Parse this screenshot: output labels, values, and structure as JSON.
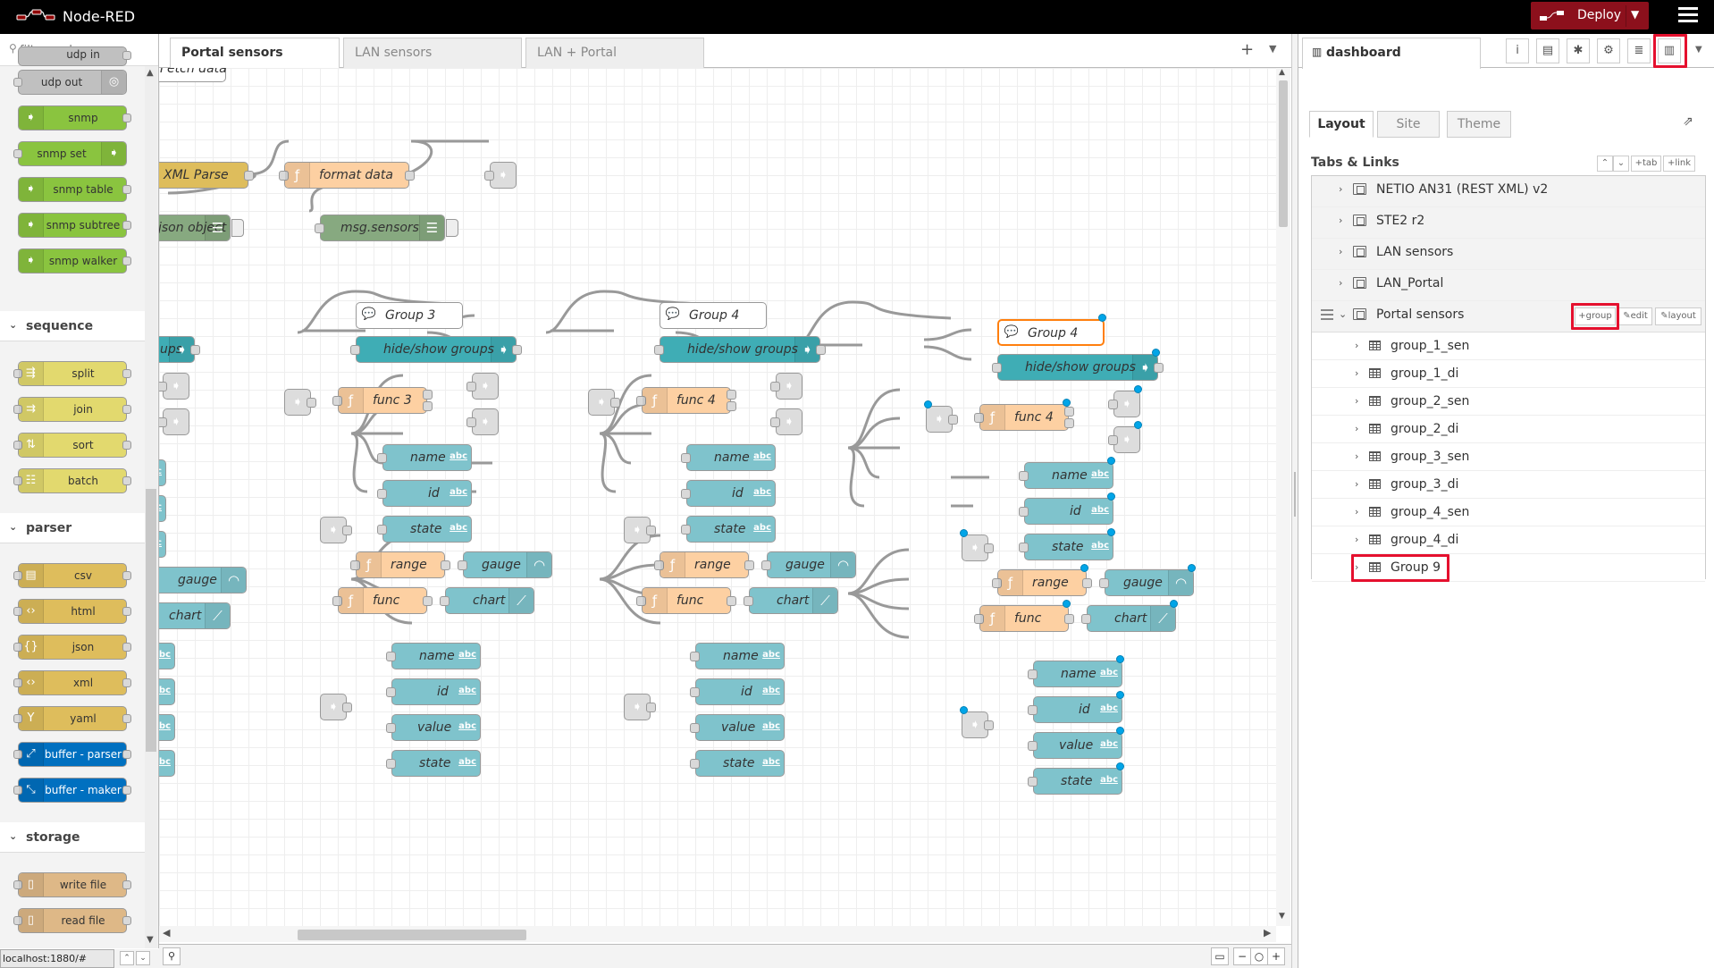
{
  "header": {
    "title": "Node-RED",
    "deploy_label": "Deploy"
  },
  "palette": {
    "filter_placeholder": "filter nodes",
    "top_nodes": [
      {
        "label": "udp in"
      },
      {
        "label": "udp out"
      },
      {
        "label": "snmp"
      },
      {
        "label": "snmp set"
      },
      {
        "label": "snmp table"
      },
      {
        "label": "snmp subtree"
      },
      {
        "label": "snmp walker"
      }
    ],
    "categories": [
      {
        "label": "sequence",
        "nodes": [
          "split",
          "join",
          "sort",
          "batch"
        ]
      },
      {
        "label": "parser",
        "nodes": [
          "csv",
          "html",
          "json",
          "xml",
          "yaml",
          "buffer - parser",
          "buffer - maker"
        ]
      },
      {
        "label": "storage",
        "nodes": [
          "write file",
          "read file"
        ]
      }
    ]
  },
  "workspace": {
    "tabs": [
      "Portal sensors",
      "LAN sensors",
      "LAN + Portal"
    ],
    "active_tab": "Portal sensors",
    "nodes": {
      "fetch": "Fetch data",
      "xml": "XML Parse",
      "format": "format data",
      "json_obj": "json object",
      "msg_sensors": "msg.sensors",
      "ups": "ups",
      "g3_comment": "Group 3",
      "g4_comment": "Group 4",
      "g4b_comment": "Group 4",
      "hide_show": "hide/show groups",
      "func3": "func 3",
      "func4": "func 4",
      "name": "name",
      "id": "id",
      "state": "state",
      "value": "value",
      "range": "range",
      "gauge": "gauge",
      "func": "func",
      "chart": "chart",
      "abc": "abc"
    }
  },
  "sidebar": {
    "tab_label": "dashboard",
    "subtabs": [
      "Layout",
      "Site",
      "Theme"
    ],
    "active_subtab": "Layout",
    "section_title": "Tabs & Links",
    "buttons": {
      "tab": "tab",
      "link": "link",
      "group": "group",
      "edit": "edit",
      "layout": "layout"
    },
    "tabs": [
      {
        "label": "NETIO AN31 (REST XML) v2"
      },
      {
        "label": "STE2 r2"
      },
      {
        "label": "LAN sensors"
      },
      {
        "label": "LAN_Portal"
      },
      {
        "label": "Portal sensors",
        "expanded": true
      }
    ],
    "groups": [
      "group_1_sen",
      "group_1_di",
      "group_2_sen",
      "group_2_di",
      "group_3_sen",
      "group_3_di",
      "group_4_sen",
      "group_4_di",
      "Group 9"
    ]
  },
  "status": {
    "url": "localhost:1880/#"
  },
  "colors": {
    "header_bg": "#000000",
    "deploy_bg": "#8c101c",
    "highlight_red": "#e5102e",
    "node_teal": "#3fadb5",
    "node_function": "#fdd0a2",
    "node_text_blue": "#7fc3cc",
    "node_snmp": "#8ac43f",
    "node_parser": "#debd5c",
    "node_buffer": "#0070c0",
    "selection_orange": "#ff7f0e",
    "changed_dot": "#00a5e8"
  }
}
